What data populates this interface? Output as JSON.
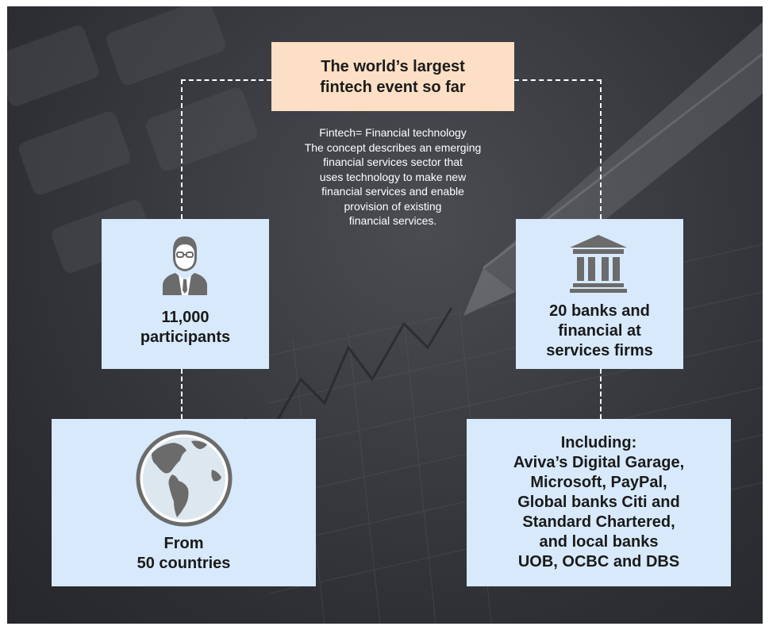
{
  "title": {
    "lines": [
      "The world’s largest",
      "fintech event so far"
    ]
  },
  "description": {
    "lines": [
      "Fintech= Financial technology",
      "The concept describes an emerging",
      "financial services sector that",
      "uses technology to make new",
      "financial services and enable",
      "provision of existing",
      "financial services."
    ]
  },
  "participants": {
    "icon": "businessman-icon",
    "lines": [
      "11,000",
      "participants"
    ]
  },
  "banks": {
    "icon": "bank-building-icon",
    "lines": [
      "20 banks and",
      "financial at",
      "services firms"
    ]
  },
  "countries": {
    "icon": "globe-icon",
    "lines": [
      "From",
      "50 countries"
    ]
  },
  "including": {
    "lines": [
      "Including:",
      "Aviva’s Digital Garage,",
      "Microsoft, PayPal,",
      "Global banks Citi and",
      "Standard Chartered,",
      "and local banks",
      "UOB, OCBC and DBS"
    ]
  },
  "colors": {
    "background": "#33353a",
    "title_box": "#fcdfc4",
    "info_box": "#d7e9fa",
    "text_dark": "#1a1a1a",
    "icon_gray": "#6b6b6b",
    "connector": "#ffffff"
  }
}
